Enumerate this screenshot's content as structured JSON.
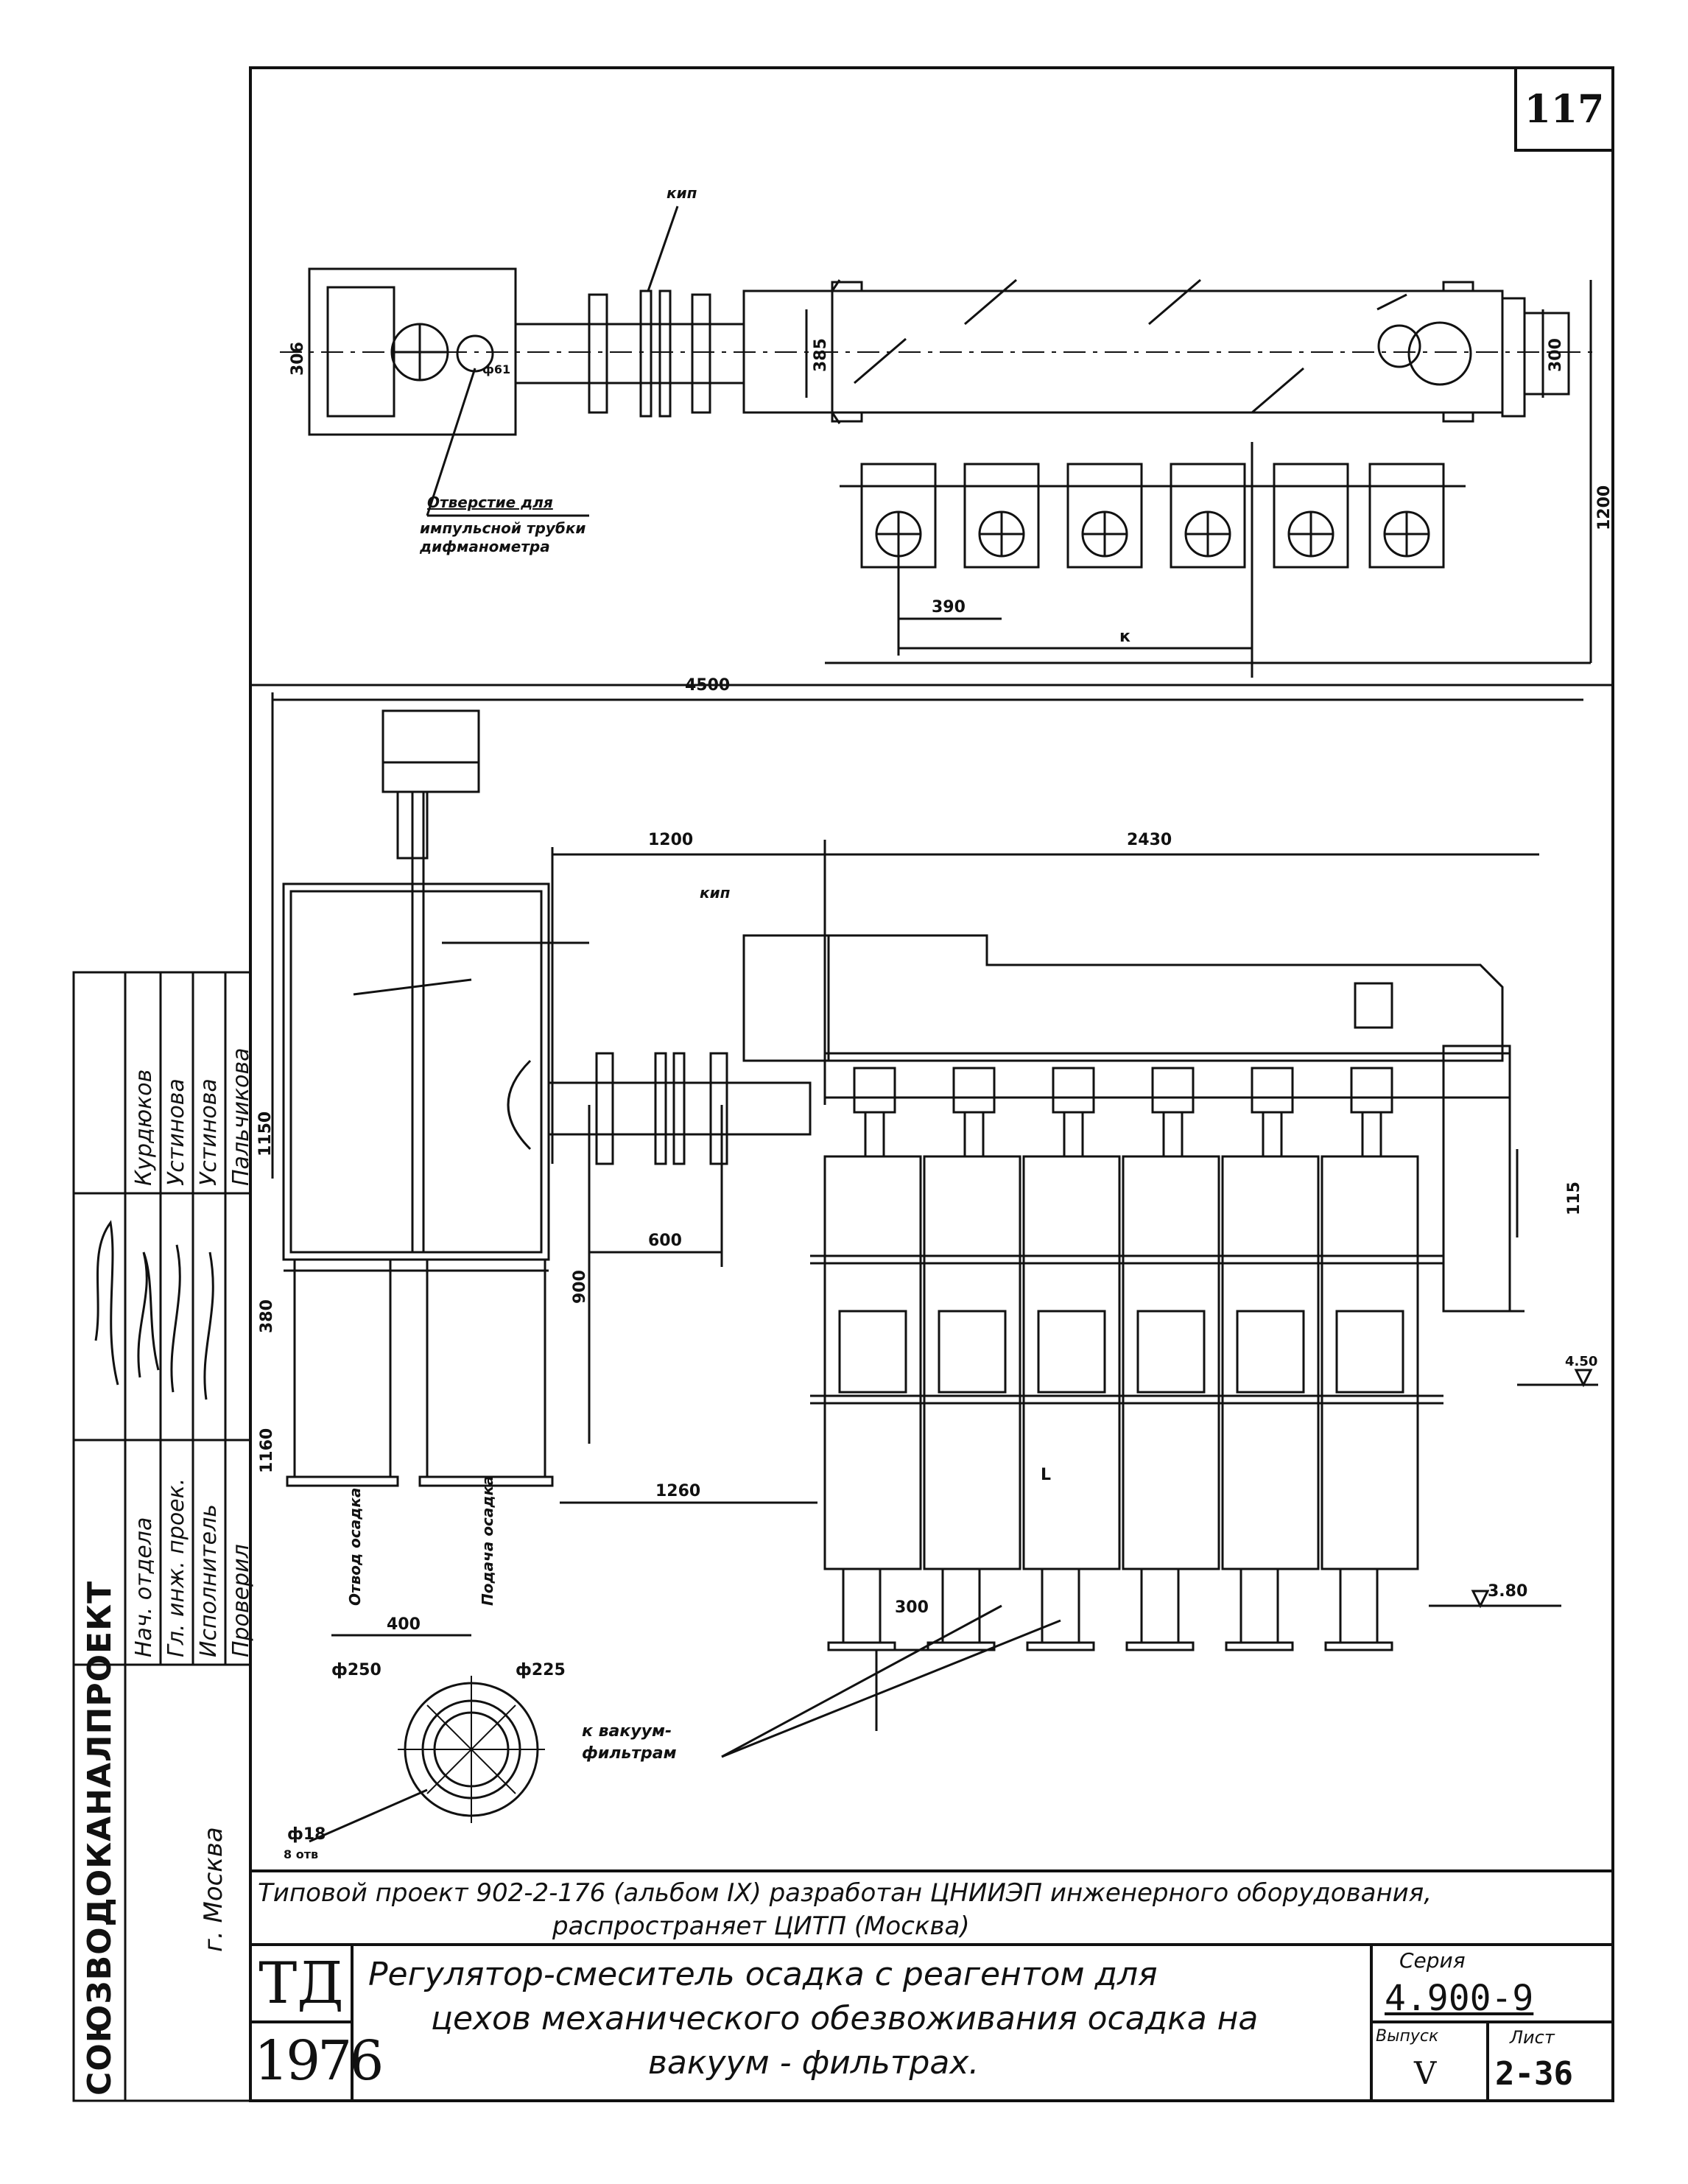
{
  "sheet_number": "117",
  "top_view": {
    "kip_label": "кип",
    "opening_label_line1": "Отверстие для",
    "opening_label_line2": "импульсной трубки",
    "opening_label_line3": "дифманометра",
    "dims": {
      "d_306": "306",
      "d_385": "385",
      "d_300": "300",
      "d_1200": "1200",
      "d_390": "390",
      "d_k": "к",
      "d_phi": "ф61"
    }
  },
  "front_view": {
    "kip_label": "кип",
    "dims": {
      "d_4500": "4500",
      "d_1200": "1200",
      "d_2430": "2430",
      "d_1150": "1150",
      "d_600": "600",
      "d_900": "900",
      "d_380": "380",
      "d_1160": "1160",
      "d_1260": "1260",
      "d_400": "400",
      "d_300": "300",
      "d_L": "L",
      "d_115": "115",
      "d_450": "4.50",
      "d_380b": "3.80"
    },
    "outlet_label": "Отвод осадка",
    "inlet_label": "Подача осадка",
    "to_filters_line1": "к вакуум-",
    "to_filters_line2": "фильтрам",
    "flange_d250": "ф250",
    "flange_d225": "ф225",
    "bolt_d18": "ф18",
    "bolt_count": "8 отв"
  },
  "signatures": {
    "roles": [
      "Нач. отдела",
      "Гл. инж. проек.",
      "Исполнитель",
      "Проверил"
    ],
    "names": [
      "Курдюков",
      "Устинова",
      "Устинова",
      "Пальчикова"
    ]
  },
  "org_name": "СОЮЗВОДОКАНАЛПРОЕКТ",
  "org_city": "г. Москва",
  "project_note_line1": "Типовой проект 902-2-176 (альбом IX) разработан ЦНИИЭП инженерного оборудования,",
  "project_note_line2": "распространяет ЦИТП (Москва)",
  "stamp_td": "ТД",
  "stamp_year": "1976",
  "title_line1": "Регулятор-смеситель осадка с реагентом для",
  "title_line2": "цехов механического обезвоживания осадка на",
  "title_line3": "вакуум - фильтрах.",
  "series_label": "Серия",
  "series_value": "4.900-9",
  "issue_label": "Выпуск",
  "issue_value": "V",
  "sheet_label": "Лист",
  "sheet_value": "2-36"
}
